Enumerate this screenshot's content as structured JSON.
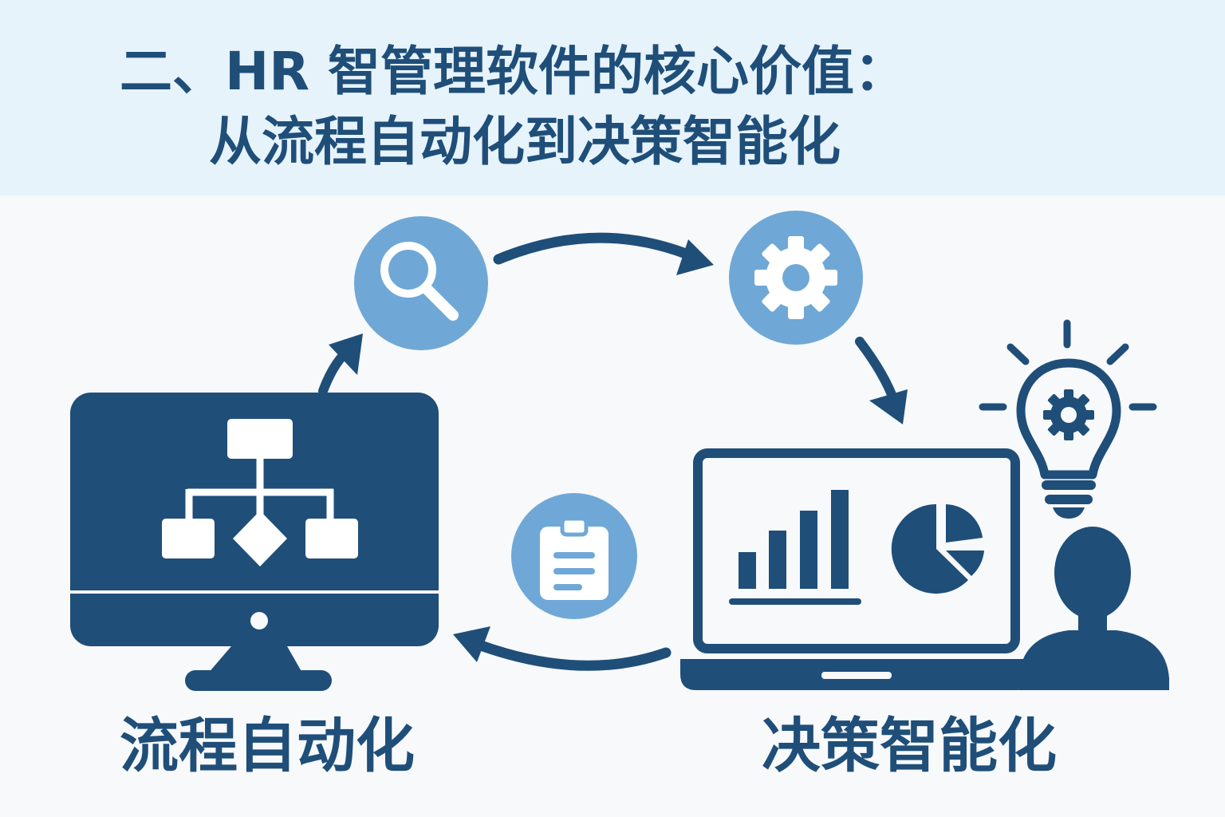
{
  "header": {
    "title_line1": "二、HR 智管理软件的核心价值：",
    "title_line2": "从流程自动化到决策智能化"
  },
  "labels": {
    "left": "流程自动化",
    "right": "决策智能化"
  },
  "colors": {
    "header_bg": "#e6f3fb",
    "primary_dark": "#1f4e79",
    "circle_light": "#6fa8d6",
    "page_bg": "#f7f9fb"
  },
  "icons": [
    "search-icon",
    "gear-icon",
    "clipboard-icon",
    "lightbulb-gear-icon",
    "person-icon",
    "flowchart-icon",
    "bar-chart-icon",
    "pie-chart-icon"
  ]
}
